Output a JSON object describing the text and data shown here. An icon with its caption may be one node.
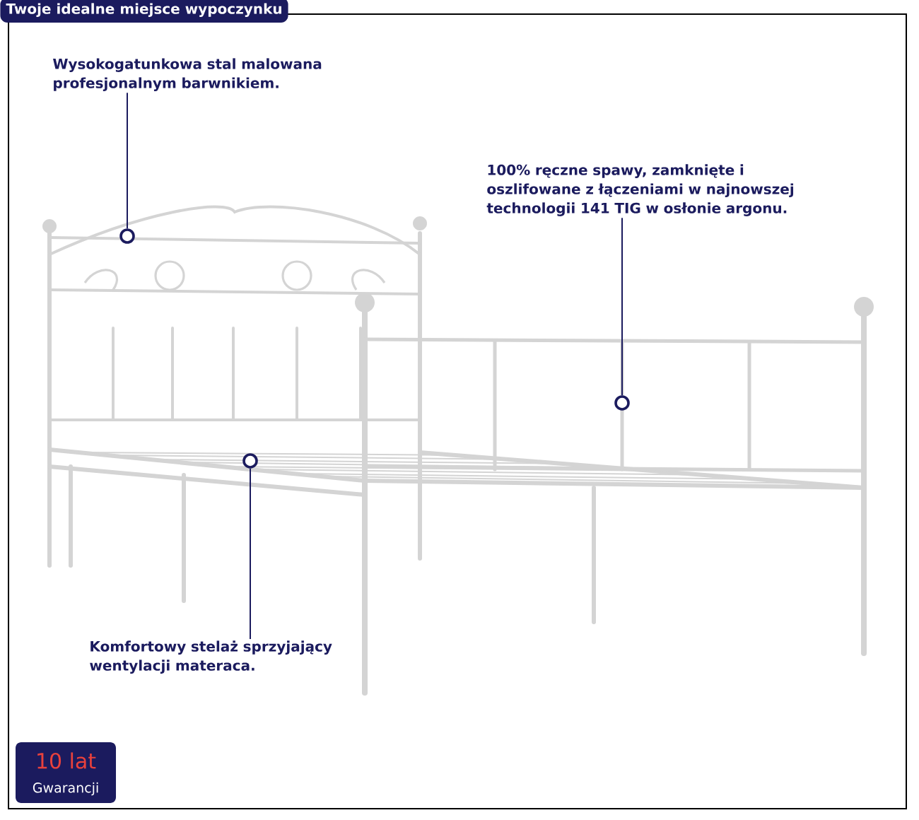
{
  "diagram": {
    "title": "Twoje idealne miejsce wypoczynku",
    "nodes": [
      {
        "text": [
          "Wysokogatunkowa stal malowana profesjonalnym barwnikiem."
        ]
      },
      {
        "text": [
          "100% ręczne spawy, zamknięte i oszlifowane z łączeniami w najnowszej technologii 141 TIG w osłonie argonu."
        ]
      },
      {
        "text": [],
        "shape": "circle"
      },
      {
        "text": [],
        "shape": "circle"
      },
      {
        "text": [],
        "shape": "circle"
      },
      {
        "text": [
          "Komfortowy stelaż sprzyjający wentylacji materaca."
        ]
      }
    ],
    "edges": [
      {
        "from": 0,
        "to": 2,
        "arrow": "none"
      },
      {
        "from": 1,
        "to": 3,
        "arrow": "none"
      },
      {
        "from": 5,
        "to": 4,
        "arrow": "none"
      }
    ],
    "labels": [
      "10 lat",
      "Gwarancji"
    ]
  }
}
